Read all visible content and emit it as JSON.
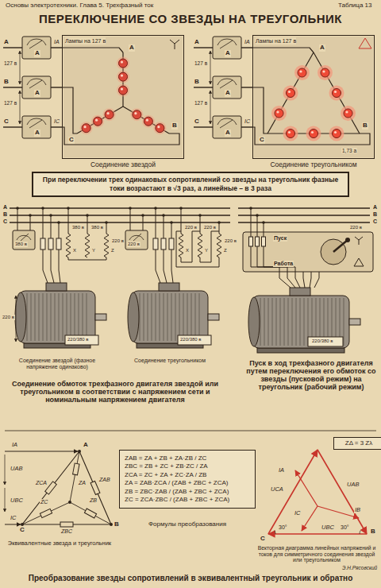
{
  "diagram": {
    "title": "ПЕРЕКЛЮЧЕНИЕ СО ЗВЕЗДЫ НА ТРЕУГОЛЬНИК",
    "caption": "Преобразование звезды сопротивлений в эквивалентный треугольник и обратно",
    "nodes": [
      {
        "text": [
          "Лампы на 127 в"
        ]
      },
      {
        "text": [
          "Лампы на 127 в"
        ]
      },
      {
        "text": [
          "При переключении трех одинаковых сопротивлений со звезды на треугольник фазные токи возрастают в √3 раз, а линейные – в 3 раза"
        ]
      },
      {
        "text": [
          "ZAB = ZA + ZB + ZA·ZB / ZC",
          "ZBC = ZB + ZC + ZB·ZC / ZA",
          "ZCA = ZC + ZA + ZC·ZA / ZB",
          "ZA = ZAB·ZCA / (ZAB + ZBC + ZCA)",
          "ZB = ZBC·ZAB / (ZAB + ZBC + ZCA)",
          "ZC = ZCA·ZBC / (ZAB + ZBC + ZCA)"
        ]
      },
      {
        "text": [
          "ZΔ = 3 Zλ"
        ]
      }
    ],
    "labels": [
      "Основы электротехники. Глава 5. Трехфазный ток",
      "Таблица 13",
      "A",
      "B",
      "C",
      "127 в",
      "127 в",
      "IA",
      "IC",
      "A",
      "A",
      "A",
      "A",
      "C",
      "B",
      "A",
      "B",
      "C",
      "127 в",
      "127 в",
      "IA",
      "IC",
      "A",
      "A",
      "A",
      "A",
      "C",
      "B",
      "1,73 а",
      "Соединение звездой",
      "Соединение треугольником",
      "A",
      "B",
      "C",
      "380 в",
      "380 в",
      "380 в",
      "220 в",
      "X",
      "Y",
      "Z",
      "220 в",
      "220/380 в",
      "220 в",
      "220 в",
      "220 в",
      "220 в",
      "X",
      "Y",
      "Z",
      "220/380 в",
      "Соединение звездой (фазное напряжение одинаково)",
      "Соединение треугольником",
      "Соединение обмоток трехфазного двигателя звездой или треугольником в соответствии с напряжением сети и номинальным напряжением двигателя",
      "A",
      "B",
      "C",
      "220 в",
      "Пуск",
      "Работа",
      "220/380 в",
      "Пуск в ход трехфазного двигателя путем переключения его обмоток со звезды (пусковой режим) на треугольник (рабочий режим)",
      "IA",
      "UAB",
      "UBC",
      "IC",
      "A",
      "C",
      "B",
      "ZCA",
      "ZAB",
      "ZBC",
      "ZA",
      "ZB",
      "ZC",
      "Эквивалентные звезда и треугольник",
      "Формулы преобразования",
      "IA",
      "UCA",
      "UAB",
      "IB",
      "IC",
      "UBC",
      "30°",
      "30°",
      "C",
      "B",
      "Векторная диаграмма линейных напряжений и токов для симметричного соединения звездой или треугольником",
      "Э.Н.Рясовский"
    ]
  }
}
